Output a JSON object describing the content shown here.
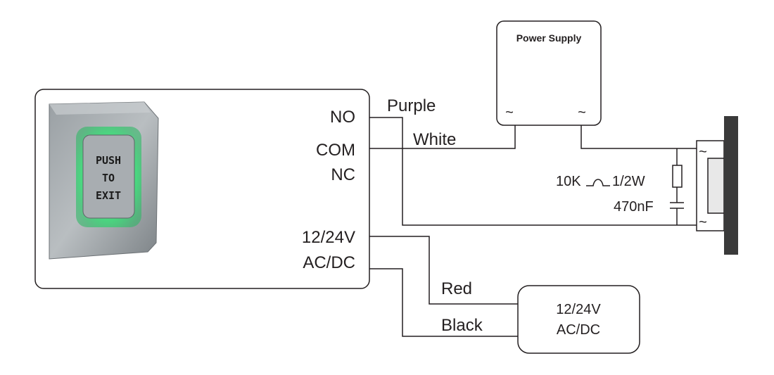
{
  "controller": {
    "terminals": {
      "no": "NO",
      "com": "COM",
      "nc": "NC",
      "power_line1": "12/24V",
      "power_line2": "AC/DC"
    },
    "button": {
      "line1": "PUSH",
      "line2": "TO",
      "line3": "EXIT",
      "glow_color": "#3fdc7a"
    }
  },
  "wires": {
    "purple": "Purple",
    "white": "White",
    "red": "Red",
    "black": "Black"
  },
  "power_supply": {
    "title": "Power Supply",
    "terminal_left": "~",
    "terminal_right": "~"
  },
  "psu_small": {
    "line1": "12/24V",
    "line2": "AC/DC"
  },
  "suppressor": {
    "varistor": "10K",
    "rating": "1/2W",
    "capacitor": "470nF"
  },
  "lock": {
    "terminal_top": "~",
    "terminal_bottom": "~",
    "color": "#3a3a3a"
  }
}
